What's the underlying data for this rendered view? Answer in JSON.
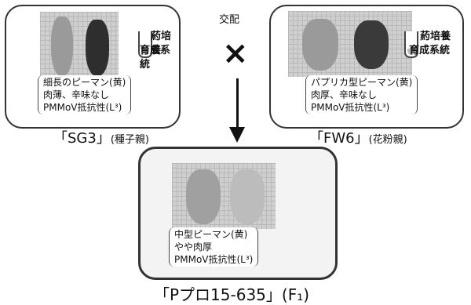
{
  "left": {
    "anther_line1": "葯培養",
    "anther_line2": "育成系統",
    "desc": [
      "細長のピーマン(黄)",
      "肉薄、辛味なし",
      "PMMoV抵抗性(L³)"
    ],
    "name": "「SG3」",
    "role": "(種子親)"
  },
  "right": {
    "anther_line1": "葯培養",
    "anther_line2": "育成系統",
    "desc": [
      "パプリカ型ピーマン(黄)",
      "肉厚、辛味なし",
      "PMMoV抵抗性(L³)"
    ],
    "name": "「FW6」",
    "role": "(花粉親)"
  },
  "cross": {
    "label": "交配",
    "symbol": "×"
  },
  "bottom": {
    "desc": [
      "中型ピーマン(黄)",
      "やや肉厚",
      "PMMoV抵抗性(L³)"
    ],
    "name": "「Pプロ15-635」(F₁)"
  },
  "colors": {
    "border": "#333333",
    "photo_grid": "#cfcfcf",
    "pepper_dark": "#2e2e2e",
    "pepper_light": "#9a9a9a"
  }
}
